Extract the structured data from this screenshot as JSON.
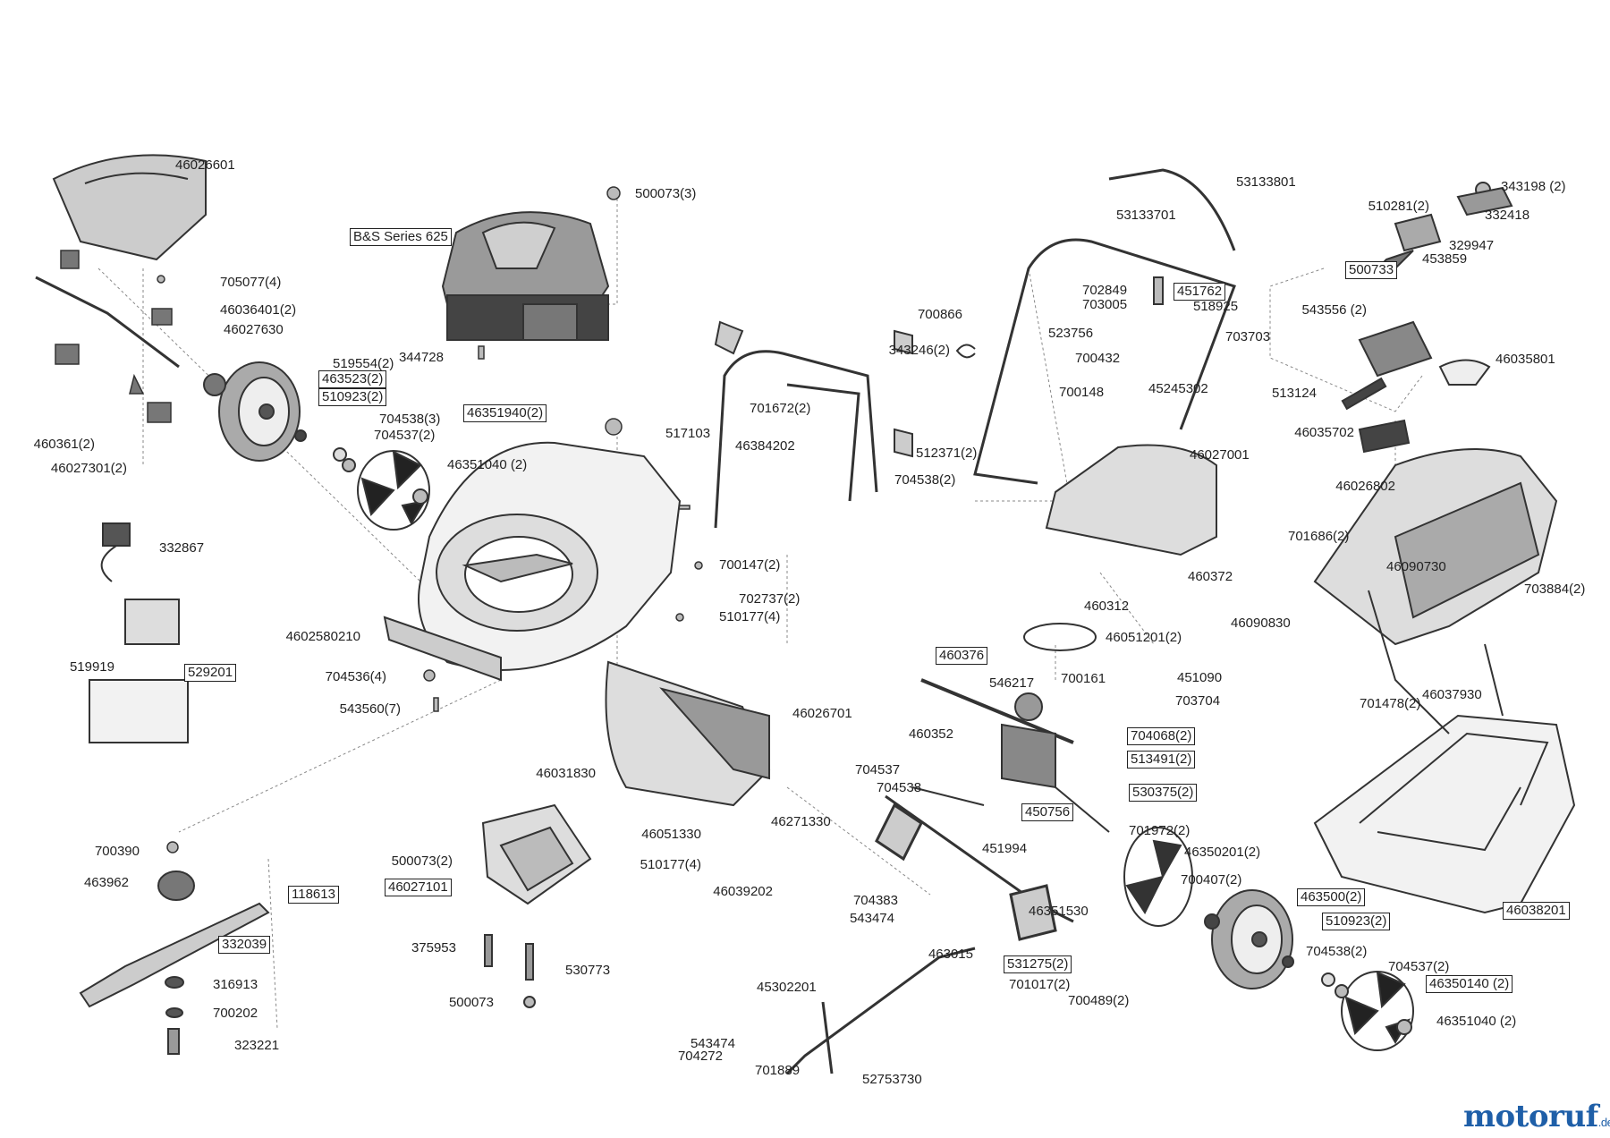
{
  "parts": [
    {
      "id": "p46026601",
      "text": "46026601",
      "boxed": false
    },
    {
      "id": "p500073_3",
      "text": "500073(3)",
      "boxed": false
    },
    {
      "id": "pBS",
      "text": "B&S Series 625",
      "boxed": true
    },
    {
      "id": "p705077_4",
      "text": "705077(4)",
      "boxed": false
    },
    {
      "id": "p46036401_2",
      "text": "46036401(2)",
      "boxed": false
    },
    {
      "id": "p46027630",
      "text": "46027630",
      "boxed": false
    },
    {
      "id": "p344728",
      "text": "344728",
      "boxed": false
    },
    {
      "id": "p519554_2",
      "text": "519554(2)",
      "boxed": false
    },
    {
      "id": "p463523_2",
      "text": "463523(2)",
      "boxed": true
    },
    {
      "id": "p510923_2a",
      "text": "510923(2)",
      "boxed": true
    },
    {
      "id": "p704538_3",
      "text": "704538(3)",
      "boxed": false
    },
    {
      "id": "p46351940_2",
      "text": "46351940(2)",
      "boxed": true
    },
    {
      "id": "p704537_2a",
      "text": "704537(2)",
      "boxed": false
    },
    {
      "id": "p460361_2",
      "text": "460361(2)",
      "boxed": false
    },
    {
      "id": "p46027301_2",
      "text": "46027301(2)",
      "boxed": false
    },
    {
      "id": "p46351040_2a",
      "text": "46351040 (2)",
      "boxed": false
    },
    {
      "id": "p517103",
      "text": "517103",
      "boxed": false
    },
    {
      "id": "p332867",
      "text": "332867",
      "boxed": false
    },
    {
      "id": "p529201",
      "text": "529201",
      "boxed": true
    },
    {
      "id": "p519919",
      "text": "519919",
      "boxed": false
    },
    {
      "id": "p4602580210",
      "text": "4602580210",
      "boxed": false
    },
    {
      "id": "p704536_4",
      "text": "704536(4)",
      "boxed": false
    },
    {
      "id": "p543560_7",
      "text": "543560(7)",
      "boxed": false
    },
    {
      "id": "p700147_2",
      "text": "700147(2)",
      "boxed": false
    },
    {
      "id": "p702737_2",
      "text": "702737(2)",
      "boxed": false
    },
    {
      "id": "p510177_4a",
      "text": "510177(4)",
      "boxed": false
    },
    {
      "id": "p46026701",
      "text": "46026701",
      "boxed": false
    },
    {
      "id": "p46031830",
      "text": "46031830",
      "boxed": false
    },
    {
      "id": "p46051330",
      "text": "46051330",
      "boxed": false
    },
    {
      "id": "p46271330",
      "text": "46271330",
      "boxed": false
    },
    {
      "id": "p510177_4b",
      "text": "510177(4)",
      "boxed": false
    },
    {
      "id": "p46039202",
      "text": "46039202",
      "boxed": false
    },
    {
      "id": "p700390",
      "text": "700390",
      "boxed": false
    },
    {
      "id": "p463962",
      "text": "463962",
      "boxed": false
    },
    {
      "id": "p118613",
      "text": "118613",
      "boxed": true
    },
    {
      "id": "p332039",
      "text": "332039",
      "boxed": true
    },
    {
      "id": "p316913",
      "text": "316913",
      "boxed": false
    },
    {
      "id": "p700202",
      "text": "700202",
      "boxed": false
    },
    {
      "id": "p323221",
      "text": "323221",
      "boxed": false
    },
    {
      "id": "p500073_2",
      "text": "500073(2)",
      "boxed": false
    },
    {
      "id": "p46027101",
      "text": "46027101",
      "boxed": true
    },
    {
      "id": "p375953",
      "text": "375953",
      "boxed": false
    },
    {
      "id": "p530773",
      "text": "530773",
      "boxed": false
    },
    {
      "id": "p500073",
      "text": "500073",
      "boxed": false
    },
    {
      "id": "p701672_2",
      "text": "701672(2)",
      "boxed": false
    },
    {
      "id": "p46384202",
      "text": "46384202",
      "boxed": false
    },
    {
      "id": "p512371_2",
      "text": "512371(2)",
      "boxed": false
    },
    {
      "id": "p704538_2a",
      "text": "704538(2)",
      "boxed": false
    },
    {
      "id": "p700866",
      "text": "700866",
      "boxed": false
    },
    {
      "id": "p343246_2",
      "text": "343246(2)",
      "boxed": false
    },
    {
      "id": "p53133801",
      "text": "53133801",
      "boxed": false
    },
    {
      "id": "p53133701",
      "text": "53133701",
      "boxed": false
    },
    {
      "id": "p702849",
      "text": "702849",
      "boxed": false
    },
    {
      "id": "p703005",
      "text": "703005",
      "boxed": false
    },
    {
      "id": "p451762",
      "text": "451762",
      "boxed": true
    },
    {
      "id": "p518925",
      "text": "518925",
      "boxed": false
    },
    {
      "id": "p523756",
      "text": "523756",
      "boxed": false
    },
    {
      "id": "p703703",
      "text": "703703",
      "boxed": false
    },
    {
      "id": "p700432",
      "text": "700432",
      "boxed": false
    },
    {
      "id": "p700148",
      "text": "700148",
      "boxed": false
    },
    {
      "id": "p45245302",
      "text": "45245302",
      "boxed": false
    },
    {
      "id": "p46027001",
      "text": "46027001",
      "boxed": false
    },
    {
      "id": "p460372",
      "text": "460372",
      "boxed": false
    },
    {
      "id": "p460312",
      "text": "460312",
      "boxed": false
    },
    {
      "id": "p46090830",
      "text": "46090830",
      "boxed": false
    },
    {
      "id": "p46051201_2",
      "text": "46051201(2)",
      "boxed": false
    },
    {
      "id": "p460376",
      "text": "460376",
      "boxed": true
    },
    {
      "id": "p546217",
      "text": "546217",
      "boxed": false
    },
    {
      "id": "p700161",
      "text": "700161",
      "boxed": false
    },
    {
      "id": "p451090",
      "text": "451090",
      "boxed": false
    },
    {
      "id": "p703704",
      "text": "703704",
      "boxed": false
    },
    {
      "id": "p460352",
      "text": "460352",
      "boxed": false
    },
    {
      "id": "p704068_2",
      "text": "704068(2)",
      "boxed": true
    },
    {
      "id": "p513491_2",
      "text": "513491(2)",
      "boxed": true
    },
    {
      "id": "p704537",
      "text": "704537",
      "boxed": false
    },
    {
      "id": "p704538",
      "text": "704538",
      "boxed": false
    },
    {
      "id": "p530375_2",
      "text": "530375(2)",
      "boxed": true
    },
    {
      "id": "p450756",
      "text": "450756",
      "boxed": true
    },
    {
      "id": "p451994",
      "text": "451994",
      "boxed": false
    },
    {
      "id": "p704383",
      "text": "704383",
      "boxed": false
    },
    {
      "id": "p543474a",
      "text": "543474",
      "boxed": false
    },
    {
      "id": "p46351530",
      "text": "46351530",
      "boxed": false
    },
    {
      "id": "p463015",
      "text": "463015",
      "boxed": false
    },
    {
      "id": "p531275_2",
      "text": "531275(2)",
      "boxed": true
    },
    {
      "id": "p701017_2",
      "text": "701017(2)",
      "boxed": false
    },
    {
      "id": "p700489_2",
      "text": "700489(2)",
      "boxed": false
    },
    {
      "id": "p45302201",
      "text": "45302201",
      "boxed": false
    },
    {
      "id": "p543474b",
      "text": "543474",
      "boxed": false
    },
    {
      "id": "p704272",
      "text": "704272",
      "boxed": false
    },
    {
      "id": "p701889",
      "text": "701889",
      "boxed": false
    },
    {
      "id": "p52753730",
      "text": "52753730",
      "boxed": false
    },
    {
      "id": "p701972_2",
      "text": "701972(2)",
      "boxed": false
    },
    {
      "id": "p46350201_2",
      "text": "46350201(2)",
      "boxed": false
    },
    {
      "id": "p700407_2",
      "text": "700407(2)",
      "boxed": false
    },
    {
      "id": "p463500_2",
      "text": "463500(2)",
      "boxed": true
    },
    {
      "id": "p510923_2b",
      "text": "510923(2)",
      "boxed": true
    },
    {
      "id": "p704538_2b",
      "text": "704538(2)",
      "boxed": false
    },
    {
      "id": "p704537_2b",
      "text": "704537(2)",
      "boxed": false
    },
    {
      "id": "p46350140_2",
      "text": "46350140 (2)",
      "boxed": true
    },
    {
      "id": "p46351040_2b",
      "text": "46351040 (2)",
      "boxed": false
    },
    {
      "id": "p343198_2",
      "text": "343198 (2)",
      "boxed": false
    },
    {
      "id": "p510281_2",
      "text": "510281(2)",
      "boxed": false
    },
    {
      "id": "p332418",
      "text": "332418",
      "boxed": false
    },
    {
      "id": "p329947",
      "text": "329947",
      "boxed": false
    },
    {
      "id": "p453859",
      "text": "453859",
      "boxed": false
    },
    {
      "id": "p500733",
      "text": "500733",
      "boxed": true
    },
    {
      "id": "p543556_2",
      "text": "543556 (2)",
      "boxed": false
    },
    {
      "id": "p513124",
      "text": "513124",
      "boxed": false
    },
    {
      "id": "p46035801",
      "text": "46035801",
      "boxed": false
    },
    {
      "id": "p46035702",
      "text": "46035702",
      "boxed": false
    },
    {
      "id": "p46026802",
      "text": "46026802",
      "boxed": false
    },
    {
      "id": "p701686_2",
      "text": "701686(2)",
      "boxed": false
    },
    {
      "id": "p46090730",
      "text": "46090730",
      "boxed": false
    },
    {
      "id": "p703884_2",
      "text": "703884(2)",
      "boxed": false
    },
    {
      "id": "p701478_2",
      "text": "701478(2)",
      "boxed": false
    },
    {
      "id": "p46037930",
      "text": "46037930",
      "boxed": false
    },
    {
      "id": "p46038201",
      "text": "46038201",
      "boxed": true
    }
  ],
  "logo": {
    "main": "motoruf",
    "tld": ".de"
  },
  "colors": {
    "line": "#333333",
    "fill_light": "#e6e6e6",
    "fill_mid": "#9a9a9a",
    "fill_dark": "#555555",
    "logo_blue": "#1f5fa8",
    "logo_orange": "#e06a10"
  }
}
